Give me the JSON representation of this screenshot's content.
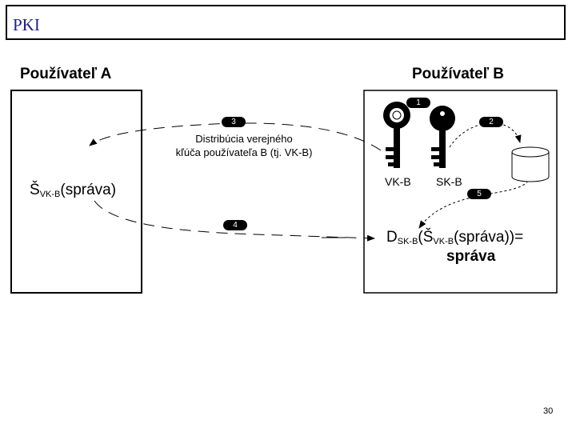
{
  "slide": {
    "title": "PKI",
    "page_number": "30"
  },
  "diagram": {
    "user_a": "Používateľ A",
    "user_b": "Používateľ B",
    "distribution_text_line1": "Distribúcia verejného",
    "distribution_text_line2": "kľúča používateľa B (tj. VK-B)",
    "encrypted": {
      "prefix": "Š",
      "sub": "VK-B",
      "suffix": "(správa)"
    },
    "decryption": {
      "d": "D",
      "d_sub": "SK-B",
      "open": "(Š",
      "s_sub": "VK-B",
      "tail": "(správa))=",
      "result": "správa"
    },
    "keys": {
      "public": "VK-B",
      "private": "SK-B"
    },
    "steps": [
      "1",
      "2",
      "3",
      "4",
      "5"
    ],
    "icons": [
      "public-key-icon",
      "private-key-icon",
      "database-icon"
    ],
    "colors": {
      "title": "#1f1f8a",
      "lines": "#000000"
    }
  }
}
